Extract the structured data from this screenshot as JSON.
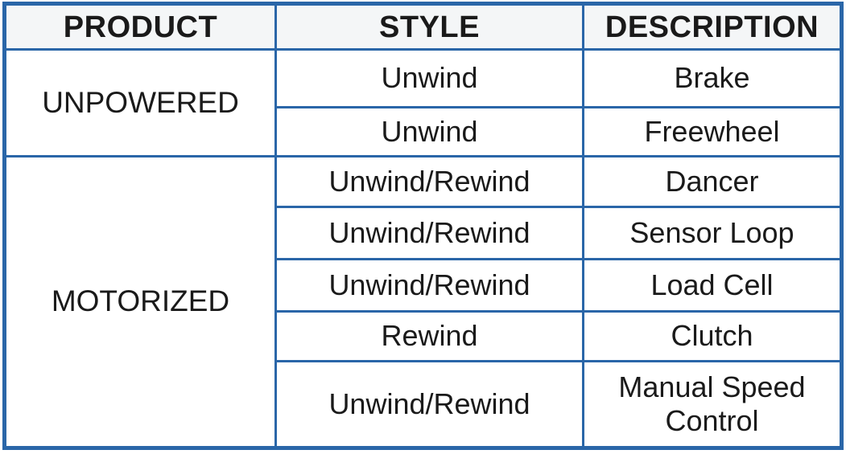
{
  "table": {
    "headers": [
      "PRODUCT",
      "STYLE",
      "DESCRIPTION"
    ],
    "colors": {
      "border": "#2a66a8",
      "header_background": "#f4f6f7",
      "cell_background": "#ffffff",
      "text": "#1a1a1a"
    },
    "groups": [
      {
        "product": "UNPOWERED",
        "rowspan": 2,
        "rows": [
          {
            "style": "Unwind",
            "description": "Brake"
          },
          {
            "style": "Unwind",
            "description": "Freewheel"
          }
        ]
      },
      {
        "product": "MOTORIZED",
        "rowspan": 5,
        "rows": [
          {
            "style": "Unwind/Rewind",
            "description": "Dancer"
          },
          {
            "style": "Unwind/Rewind",
            "description": "Sensor Loop"
          },
          {
            "style": "Unwind/Rewind",
            "description": "Load Cell"
          },
          {
            "style": "Rewind",
            "description": "Clutch"
          },
          {
            "style": "Unwind/Rewind",
            "description": "Manual Speed\nControl"
          }
        ]
      }
    ]
  }
}
